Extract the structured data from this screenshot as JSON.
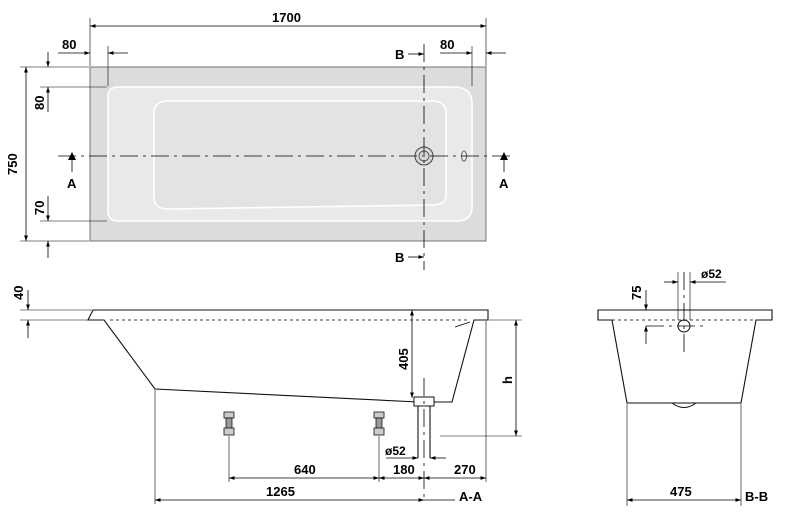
{
  "drawing": {
    "top_view": {
      "overall_length": "1700",
      "left_rim": "80",
      "right_rim": "80",
      "overall_width": "750",
      "top_rim": "80",
      "bottom_rim": "70",
      "section_a_left": "A",
      "section_a_right": "A",
      "section_b_top": "B",
      "section_b_bottom": "B"
    },
    "section_aa": {
      "rim_thickness": "40",
      "depth": "405",
      "height": "h",
      "waste_diameter": "ø52",
      "feet_spacing": "640",
      "foot_to_waste": "180",
      "waste_to_end": "270",
      "bottom_length": "1265",
      "title": "A-A"
    },
    "section_bb": {
      "overflow_drop": "75",
      "overflow_diameter": "ø52",
      "bottom_width": "475",
      "title": "B-B"
    }
  }
}
